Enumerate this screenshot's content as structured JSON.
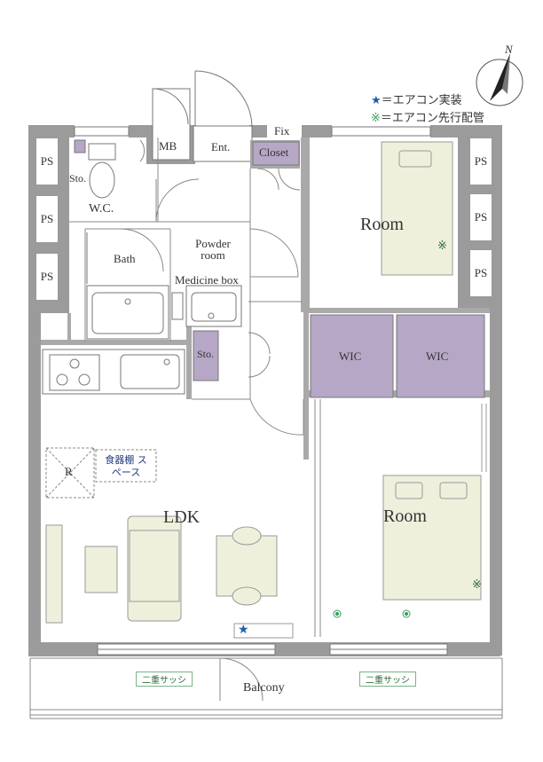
{
  "legend": {
    "star_symbol": "★",
    "star_label": "＝エアコン実装",
    "sleeve_symbol": "※",
    "sleeve_label": "＝エアコン先行配管",
    "compass": "N"
  },
  "rooms": {
    "mb": "MB",
    "ent": "Ent.",
    "fix": "Fix",
    "closet": "Closet",
    "sto_wc": "Sto.",
    "wc": "W.C.",
    "bath": "Bath",
    "powder": "Powder room",
    "medicine": "Medicine box",
    "sto_kitchen": "Sto.",
    "room1": "Room",
    "wic1": "WIC",
    "wic2": "WIC",
    "ldk": "LDK",
    "r": "R",
    "dish_space": "食器棚 スペース",
    "room2": "Room",
    "balcony": "Balcony",
    "sash1": "二重サッシ",
    "sash2": "二重サッシ"
  },
  "ps": [
    "PS",
    "PS",
    "PS",
    "PS",
    "PS",
    "PS"
  ],
  "colors": {
    "wall": "#999999",
    "storage": "#b6a7c6",
    "furniture": "#eff0dc",
    "star": "#1f5fa8",
    "sleeve": "#3a9a5a"
  }
}
